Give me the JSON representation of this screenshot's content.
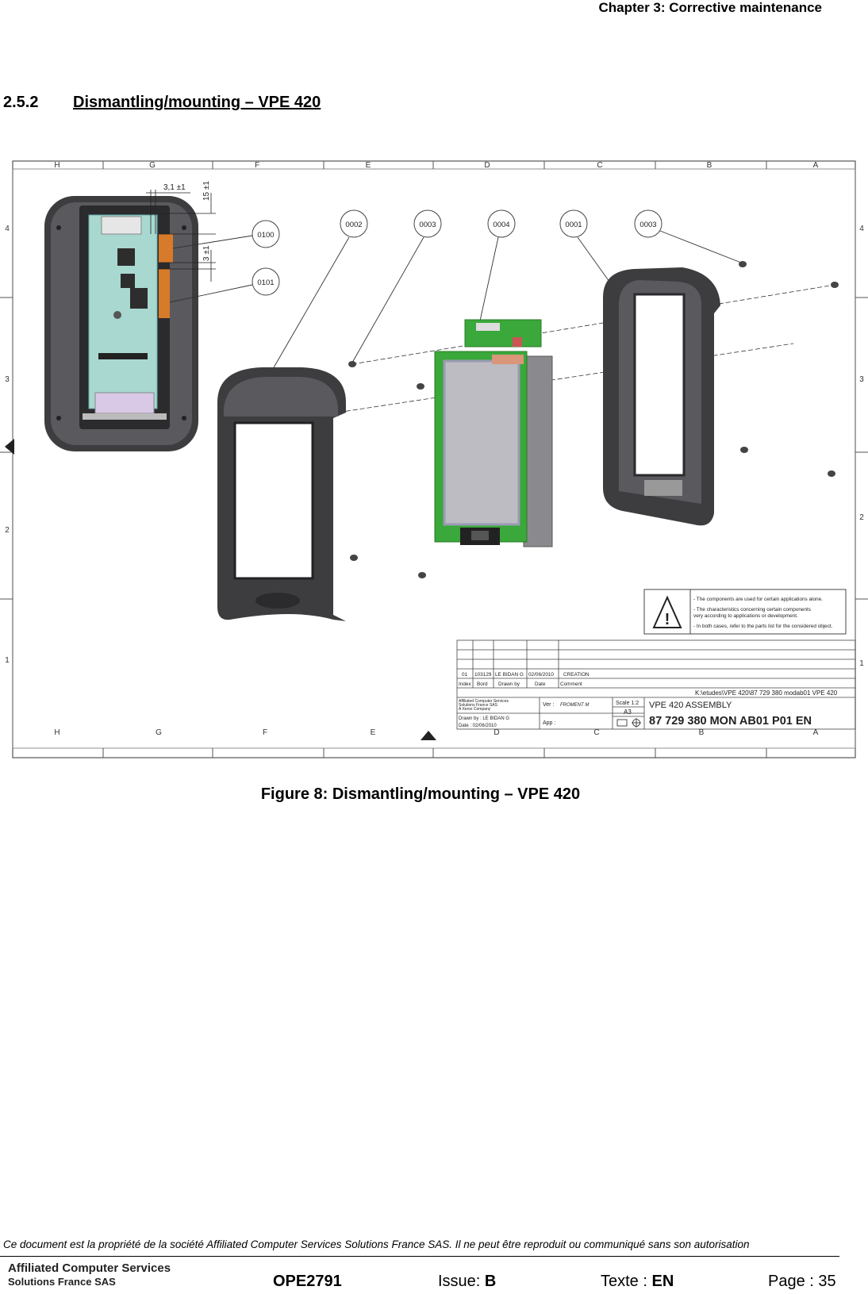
{
  "header": {
    "chapter": "Chapter 3: Corrective maintenance"
  },
  "section": {
    "number": "2.5.2",
    "title": "Dismantling/mounting – VPE 420"
  },
  "drawing": {
    "columns_top": [
      "H",
      "G",
      "F",
      "E",
      "D",
      "C",
      "B",
      "A"
    ],
    "columns_bottom": [
      "H",
      "G",
      "F",
      "E",
      "D",
      "C",
      "B",
      "A"
    ],
    "rows_left": [
      "4",
      "3",
      "2",
      "1"
    ],
    "rows_right": [
      "4",
      "3",
      "2",
      "1"
    ],
    "dimensions": {
      "d1": "3,1 ±1",
      "d2": "15 ±1",
      "d3": "3 ±1"
    },
    "callouts": [
      "0100",
      "0101",
      "0002",
      "0003",
      "0004",
      "0001",
      "0003"
    ],
    "notes": [
      "- The components are used for certain applications alone.",
      "- The characteristics concerning certain components",
      "very according to applications or development.",
      "- In both cases, refer to the parts list for the considered object."
    ],
    "title_block": {
      "rev_index": "01",
      "rev_bord": "103129",
      "rev_drawn": "LE BIDAN G",
      "rev_date": "02/06/2010",
      "rev_comment": "CREATION",
      "h_index": "Index",
      "h_bord": "Bord",
      "h_drawn": "Drawn by",
      "h_date": "Date",
      "h_comment": "Comment",
      "path": "K:\\etudes\\VPE 420\\87 729 380 modab01 VPE 420",
      "company1": "Affiliated Computer Services",
      "company2": "Solutions France SAS",
      "company3": "A Xerox Company",
      "drawn_by": "Drawn by : LE BIDAN G",
      "date": "Date        : 02/06/2010",
      "ver": "Ver :",
      "ver_name": "FROMENT M",
      "app": "App :",
      "scale": "Scale 1:2",
      "format": "A3",
      "assembly": "VPE 420 ASSEMBLY",
      "ref": "87 729 380 MON AB01 P01 EN"
    }
  },
  "figure": {
    "caption": "Figure 8: Dismantling/mounting – VPE 420"
  },
  "footer": {
    "disclaimer": "Ce document est la propriété de la société Affiliated Computer Services Solutions France SAS. Il ne peut être reproduit ou communiqué sans son autorisation",
    "company_line1": "Affiliated Computer Services",
    "company_line2": "Solutions France SAS",
    "doc": "OPE2791",
    "issue_label": "Issue: ",
    "issue_value": "B",
    "texte_label": "Texte : ",
    "texte_value": "EN",
    "page": "Page : 35"
  },
  "colors": {
    "housing": "#3d3d3f",
    "pcb_green": "#3aa83a",
    "board": "#a8d8cf",
    "orange": "#d77a2a",
    "screen": "#bcbcc2"
  }
}
